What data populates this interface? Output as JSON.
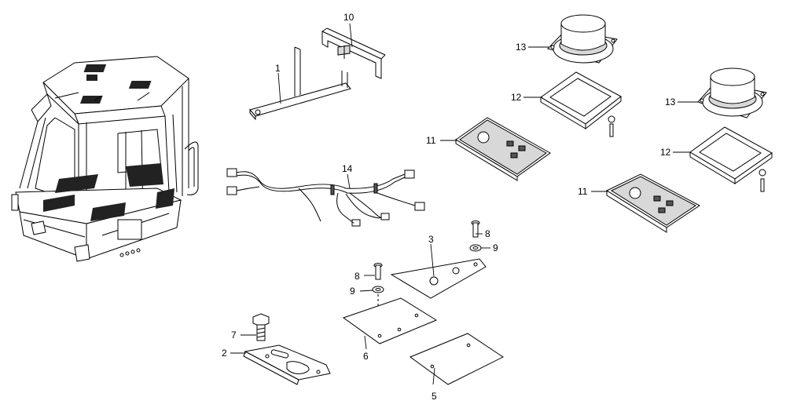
{
  "diagram": {
    "callouts": [
      {
        "id": "c1",
        "label": "1"
      },
      {
        "id": "c2",
        "label": "2"
      },
      {
        "id": "c3",
        "label": "3"
      },
      {
        "id": "c5",
        "label": "5"
      },
      {
        "id": "c6",
        "label": "6"
      },
      {
        "id": "c7",
        "label": "7"
      },
      {
        "id": "c8a",
        "label": "8"
      },
      {
        "id": "c8b",
        "label": "8"
      },
      {
        "id": "c9a",
        "label": "9"
      },
      {
        "id": "c9b",
        "label": "9"
      },
      {
        "id": "c10",
        "label": "10"
      },
      {
        "id": "c11a",
        "label": "11"
      },
      {
        "id": "c11b",
        "label": "11"
      },
      {
        "id": "c12a",
        "label": "12"
      },
      {
        "id": "c12b",
        "label": "12"
      },
      {
        "id": "c13a",
        "label": "13"
      },
      {
        "id": "c13b",
        "label": "13"
      },
      {
        "id": "c14",
        "label": "14"
      }
    ]
  }
}
